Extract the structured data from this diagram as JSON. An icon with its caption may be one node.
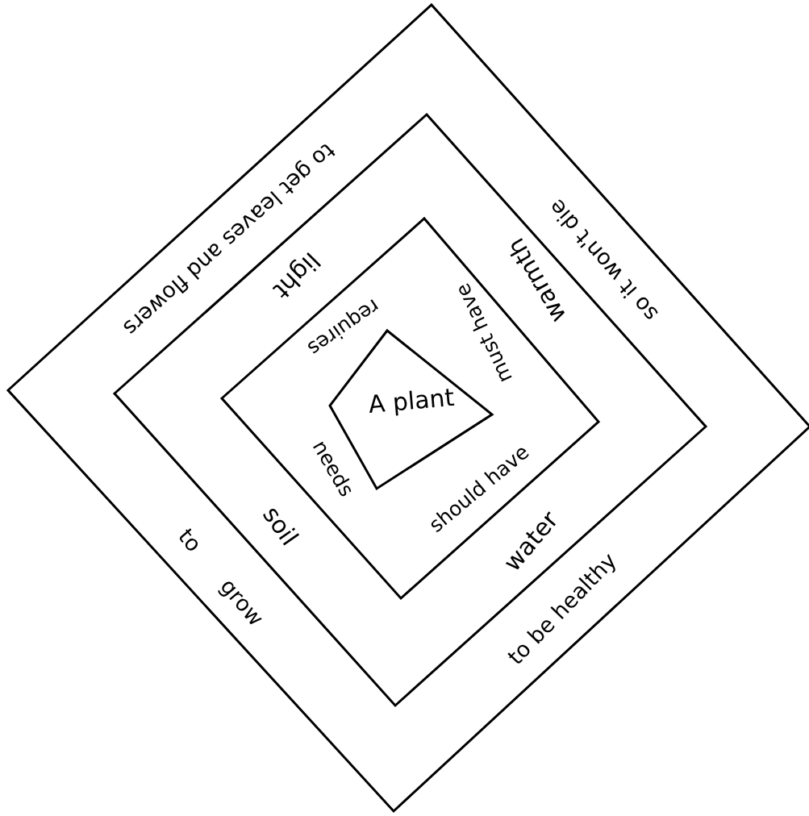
{
  "diagram": {
    "nodes": [
      {
        "text": [
          "to get leaves and flowers",
          "so it won't die",
          "to grow",
          "to be healthy"
        ]
      },
      {
        "text": [
          "light",
          "warmth",
          "soil",
          "water"
        ],
        "in": 0
      },
      {
        "text": [
          "requires",
          "must have",
          "needs",
          "should have"
        ],
        "in": 1
      },
      {
        "text": [
          "A plant"
        ],
        "in": 2
      }
    ]
  }
}
